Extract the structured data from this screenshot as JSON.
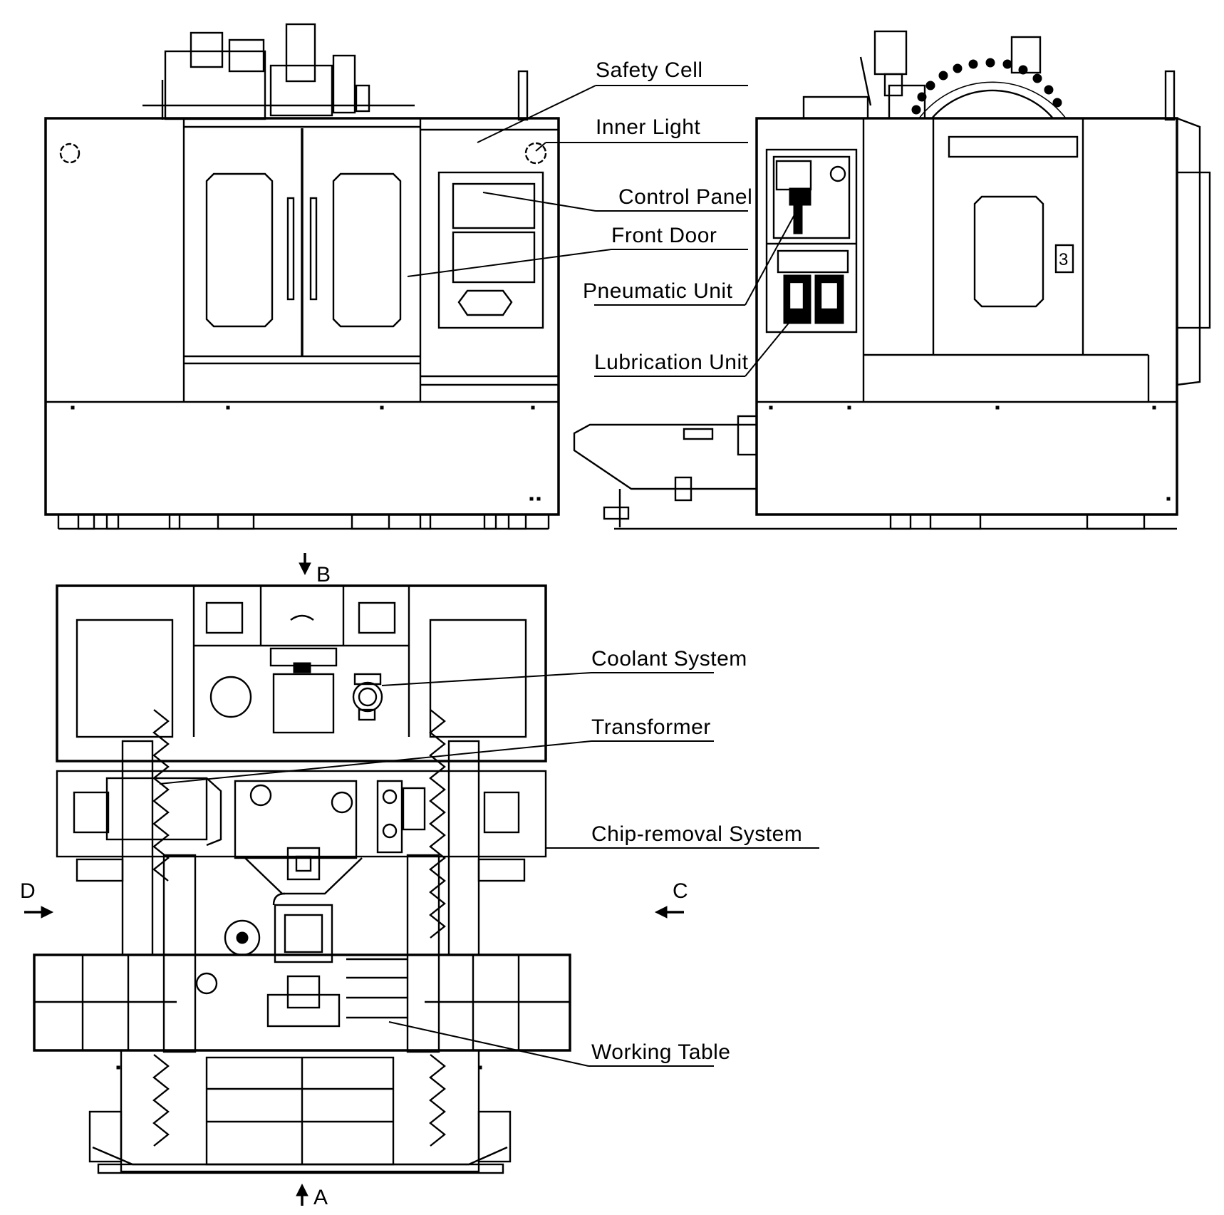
{
  "callouts": {
    "safety_cell": "Safety Cell",
    "inner_light": "Inner Light",
    "control_panel": "Control Panel",
    "front_door": "Front Door",
    "pneumatic_unit": "Pneumatic Unit",
    "lubrication_unit": "Lubrication Unit",
    "coolant_system": "Coolant System",
    "transformer": "Transformer",
    "chip_removal_system": "Chip-removal System",
    "working_table": "Working Table"
  },
  "view_markers": {
    "a": "A",
    "b": "B",
    "c": "C",
    "d": "D"
  },
  "colors": {
    "line": "#000000",
    "background": "#ffffff"
  }
}
